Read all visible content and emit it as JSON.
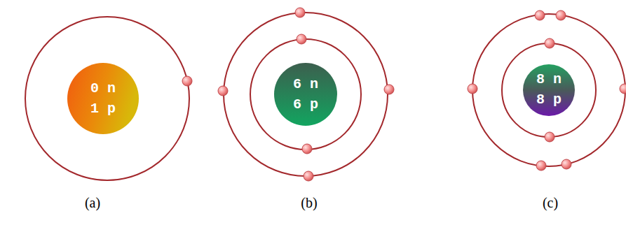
{
  "diagram": {
    "nodes": [
      {
        "text": [
          "0 n",
          "1 p"
        ]
      },
      {
        "text": [
          "6 n",
          "6 p"
        ]
      },
      {
        "text": [
          "8 n",
          "8 p"
        ]
      }
    ],
    "labels": [
      "(a)",
      "(b)",
      "(c)"
    ]
  }
}
